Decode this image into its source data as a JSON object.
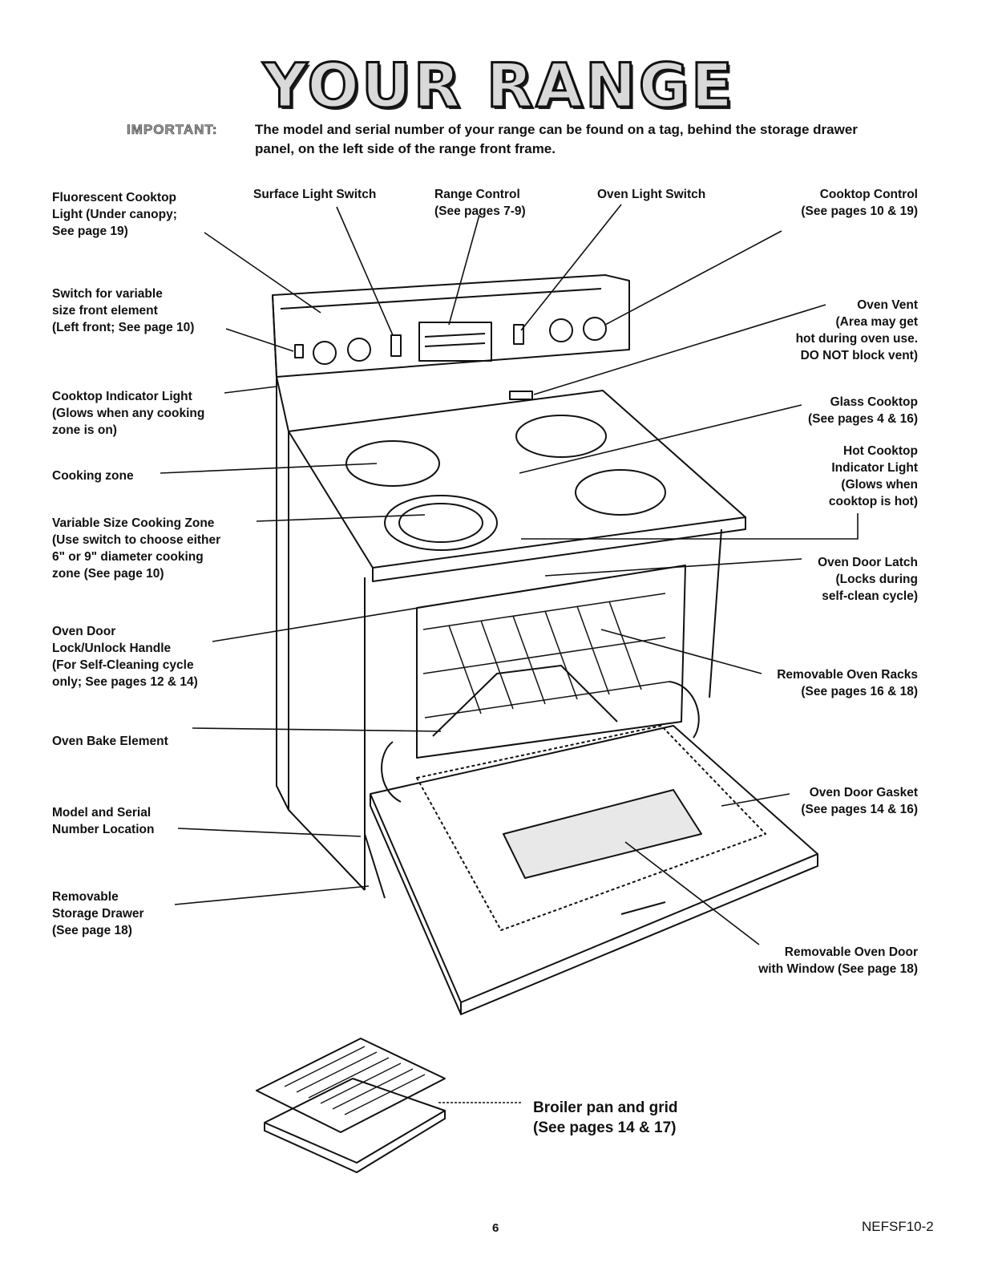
{
  "title": "YOUR RANGE",
  "important": {
    "label": "IMPORTANT:",
    "text": "The model and serial number of your range can be found on a tag, behind the storage drawer panel, on the left side of the range front frame."
  },
  "callouts": {
    "fluorescent_light": "Fluorescent Cooktop\nLight (Under canopy;\nSee page 19)",
    "surface_light_switch": "Surface Light Switch",
    "range_control": "Range Control\n(See pages 7-9)",
    "oven_light_switch": "Oven Light Switch",
    "cooktop_control": "Cooktop Control\n(See pages 10 & 19)",
    "variable_switch": "Switch for variable\nsize front element\n(Left front; See page 10)",
    "oven_vent": "Oven Vent\n(Area may get\nhot during oven use.\nDO NOT block vent)",
    "cooktop_indicator": "Cooktop Indicator Light\n(Glows when any cooking\nzone is on)",
    "glass_cooktop": "Glass Cooktop\n(See pages 4 & 16)",
    "cooking_zone": "Cooking zone",
    "hot_cooktop": "Hot Cooktop\nIndicator Light\n(Glows when\ncooktop is hot)",
    "variable_zone": "Variable Size Cooking Zone\n(Use switch to choose either\n6\" or 9\" diameter cooking\nzone (See page 10)",
    "oven_door_latch": "Oven Door Latch\n(Locks during\nself-clean cycle)",
    "door_handle": "Oven Door\nLock/Unlock Handle\n(For Self-Cleaning cycle\nonly; See pages 12 & 14)",
    "oven_racks": "Removable Oven Racks\n(See pages 16 & 18)",
    "bake_element": "Oven Bake Element",
    "door_gasket": "Oven Door Gasket\n(See pages 14 & 16)",
    "model_serial": "Model and Serial\nNumber Location",
    "storage_drawer": "Removable\nStorage Drawer\n(See page 18)",
    "oven_door_window": "Removable Oven Door\nwith Window (See page 18)",
    "broiler": "Broiler pan and grid\n(See pages 14 & 17)"
  },
  "page_number": "6",
  "doc_id": "NEFSF10-2"
}
